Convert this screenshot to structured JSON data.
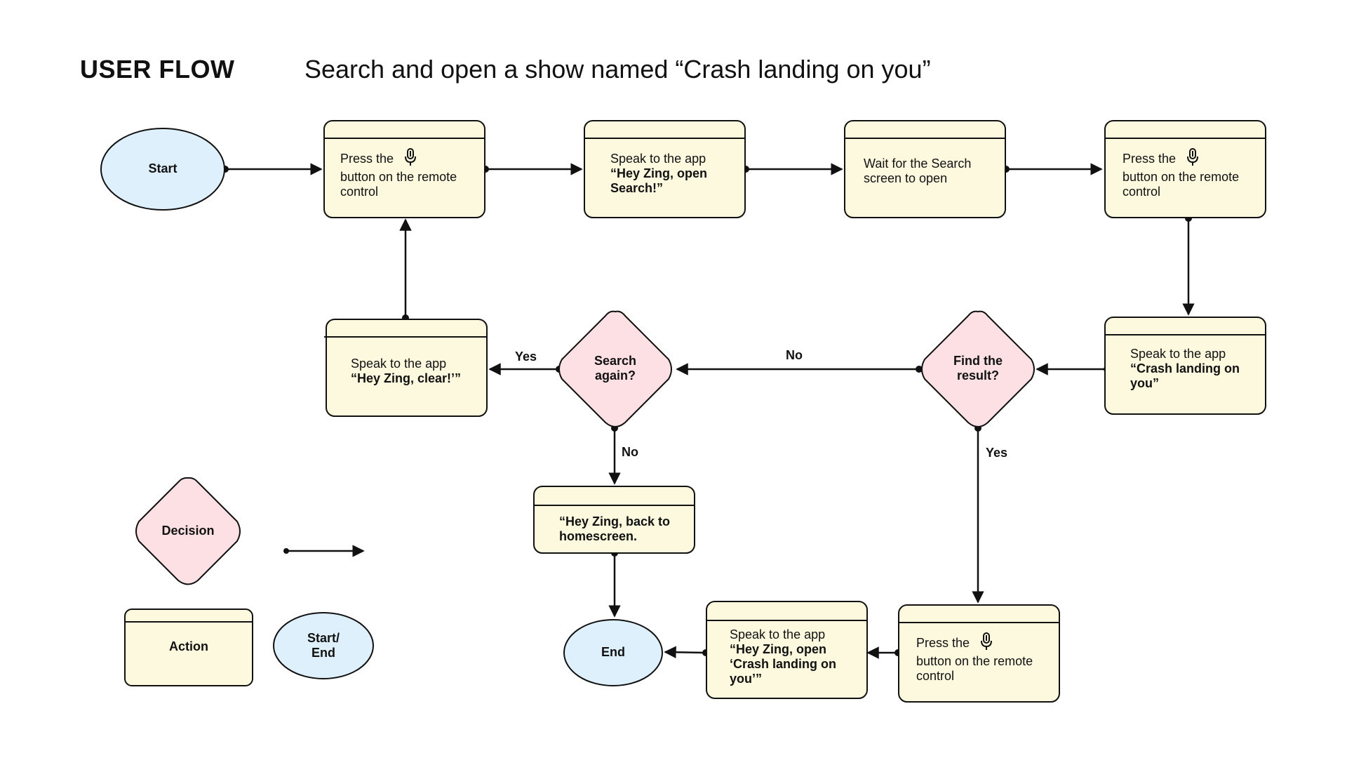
{
  "header": {
    "title": "USER FLOW",
    "subtitle": "Search and open a show named “Crash landing on you”"
  },
  "nodes": {
    "start": "Start",
    "press1": {
      "text": "Press the",
      "text2": "button on the remote control"
    },
    "speak_open_search": {
      "line1": "Speak to the app",
      "bold": "“Hey Zing, open Search!”"
    },
    "wait_search": {
      "text": "Wait for the Search screen to open"
    },
    "press2": {
      "text": "Press the",
      "text2": "button on the remote control"
    },
    "speak_crash": {
      "line1": "Speak to the app",
      "bold": "“Crash landing on you”"
    },
    "find_result": "Find the result?",
    "search_again": "Search again?",
    "speak_clear": {
      "line1": "Speak to the app",
      "bold": "“Hey Zing, clear!’”"
    },
    "back_home": {
      "bold": "“Hey Zing, back to homescreen."
    },
    "end": "End",
    "speak_open_crash": {
      "line1": "Speak to the app",
      "bold": "“Hey Zing, open ‘Crash landing on you’”"
    },
    "press3": {
      "text": "Press the",
      "text2": "button on the remote control"
    }
  },
  "edges": {
    "yes": "Yes",
    "no": "No"
  },
  "legend": {
    "decision": "Decision",
    "action": "Action",
    "start_end": "Start/ End"
  },
  "colors": {
    "action_fill": "#fdf9df",
    "decision_fill": "#fde0e3",
    "terminal_fill": "#dff0fd",
    "stroke": "#111111"
  }
}
